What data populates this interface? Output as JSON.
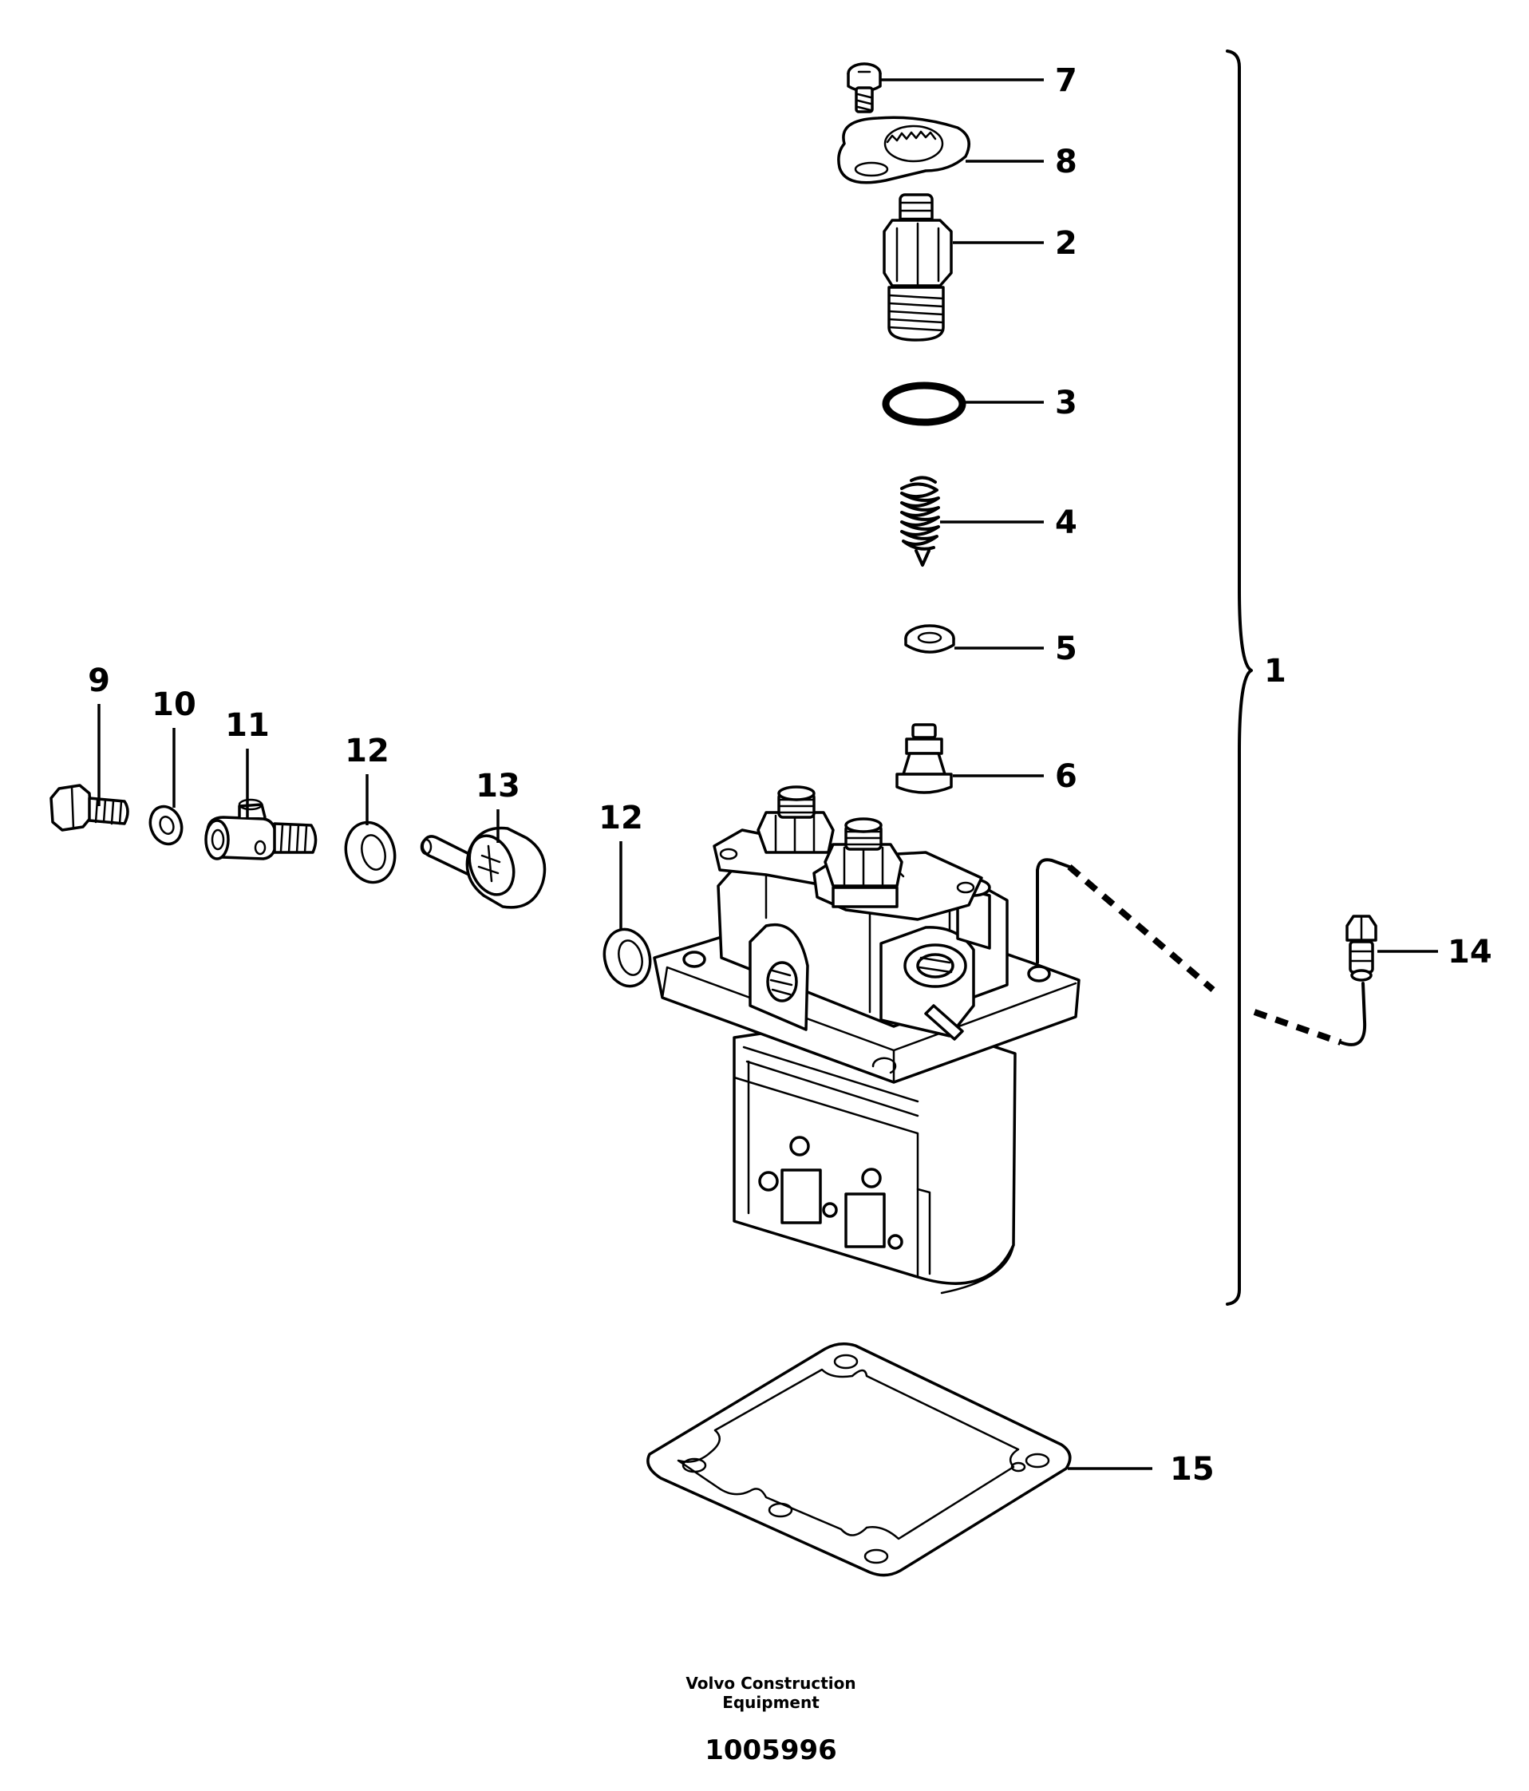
{
  "diagram": {
    "callouts": {
      "c1": "1",
      "c2": "2",
      "c3": "3",
      "c4": "4",
      "c5": "5",
      "c6": "6",
      "c7": "7",
      "c8": "8",
      "c9": "9",
      "c10": "10",
      "c11": "11",
      "c12a": "12",
      "c12b": "12",
      "c13": "13",
      "c14": "14",
      "c15": "15"
    },
    "footer": {
      "company_line1": "Volvo Construction",
      "company_line2": "Equipment",
      "drawing_number": "1005996"
    }
  }
}
